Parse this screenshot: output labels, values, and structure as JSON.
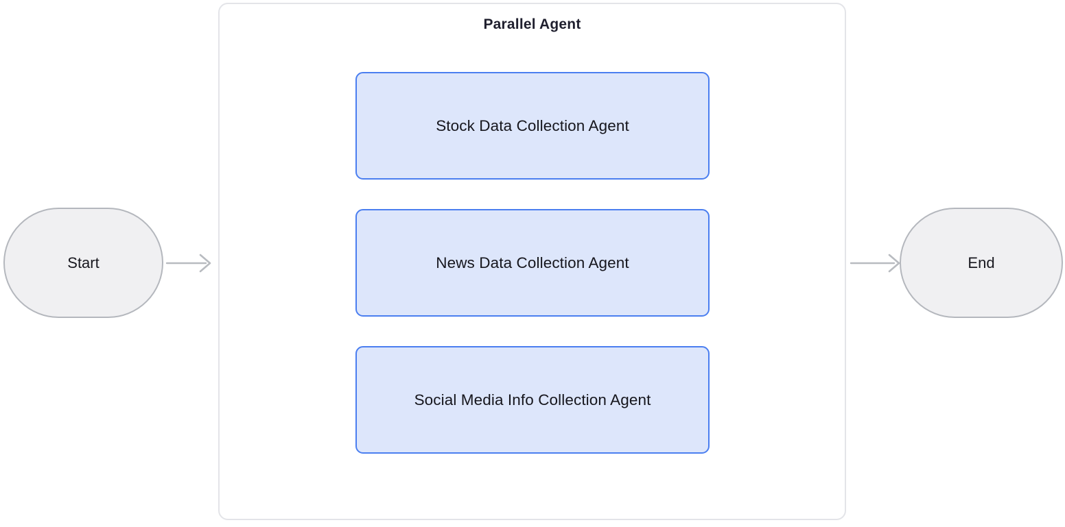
{
  "diagram": {
    "type": "flowchart",
    "direction": "left-to-right",
    "background_color": "#ffffff"
  },
  "subgraph": {
    "title": "Parallel Agent",
    "border_color": "#e3e4e8",
    "fill_color": "#ffffff"
  },
  "terminals": {
    "start": {
      "label": "Start",
      "shape": "stadium",
      "fill_color": "#f0f0f2",
      "border_color": "#b4b7bd"
    },
    "end": {
      "label": "End",
      "shape": "stadium",
      "fill_color": "#f0f0f2",
      "border_color": "#b4b7bd"
    }
  },
  "agents": [
    {
      "label": "Stock Data Collection Agent",
      "shape": "rounded-rect",
      "fill_color": "#dde6fb",
      "border_color": "#4a7ef0"
    },
    {
      "label": "News Data Collection Agent",
      "shape": "rounded-rect",
      "fill_color": "#dde6fb",
      "border_color": "#4a7ef0"
    },
    {
      "label": "Social Media Info Collection Agent",
      "shape": "rounded-rect",
      "fill_color": "#dde6fb",
      "border_color": "#4a7ef0"
    }
  ],
  "edges": {
    "color": "#b8bbc0",
    "arrowhead_style": "open-chevron",
    "connections": [
      {
        "from": "Start",
        "to": "Parallel Agent"
      },
      {
        "from": "fan-out",
        "to": "Stock Data Collection Agent"
      },
      {
        "from": "fan-out",
        "to": "News Data Collection Agent"
      },
      {
        "from": "fan-out",
        "to": "Social Media Info Collection Agent"
      },
      {
        "from": "Stock Data Collection Agent",
        "to": "fan-in"
      },
      {
        "from": "News Data Collection Agent",
        "to": "fan-in"
      },
      {
        "from": "Social Media Info Collection Agent",
        "to": "fan-in"
      },
      {
        "from": "Parallel Agent",
        "to": "End"
      }
    ]
  }
}
